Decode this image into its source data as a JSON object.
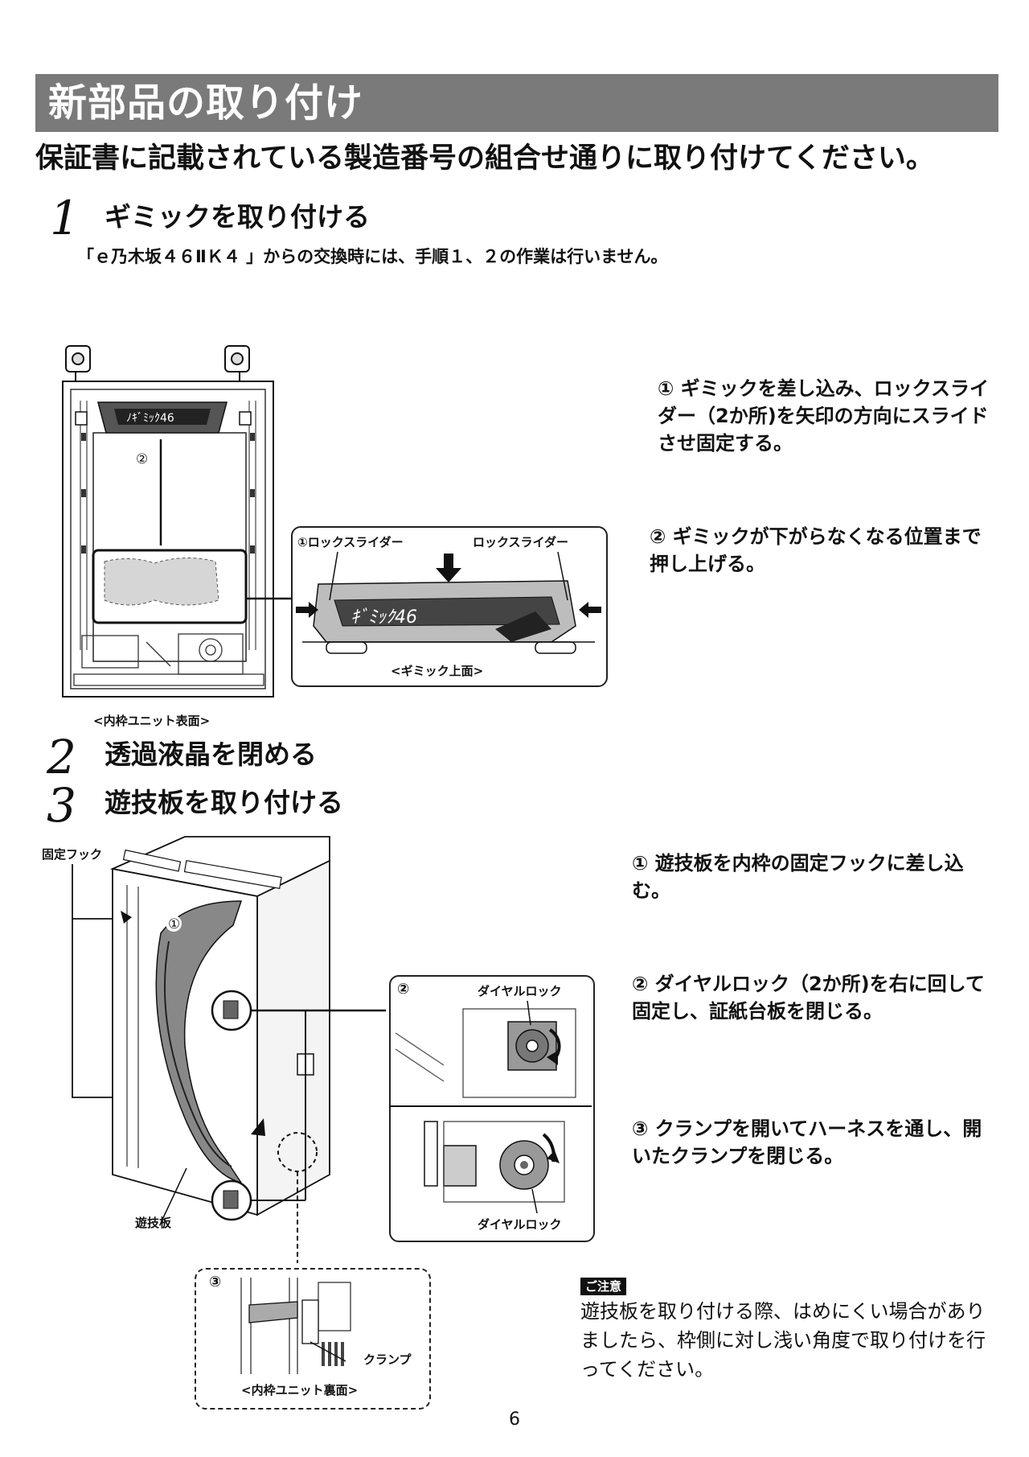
{
  "header": {
    "title": "新部品の取り付け"
  },
  "subtitle": "保証書に記載されている製造番号の組合せ通りに取り付けてください。",
  "step1": {
    "number": "1",
    "title": "ギミックを取り付ける",
    "note": "「ｅ乃木坂４６ⅡＫ４ 」からの交換時には、手順１、２の作業は行いません。",
    "instruction1": "① ギミックを差し込み、ロックスライダー（2か所)を矢印の方向にスライドさせ固定する。",
    "instruction2": "② ギミックが下がらなくなる位置まで押し上げる。",
    "figure": {
      "callout_num": "②",
      "caption": "<内枠ユニット表面>",
      "detail_label_left": "①ロックスライダー",
      "detail_label_right": "ロックスライダー",
      "detail_caption": "<ギミック上面>"
    }
  },
  "step2": {
    "number": "2",
    "title": "透過液晶を閉める"
  },
  "step3": {
    "number": "3",
    "title": "遊技板を取り付ける",
    "instruction1": "① 遊技板を内枠の固定フックに差し込む。",
    "instruction2": "② ダイヤルロック（2か所)を右に回して固定し、証紙台板を閉じる。",
    "instruction3": "③ クランプを開いてハーネスを通し、開いたクランプを閉じる。",
    "figure": {
      "label_hook": "固定フック",
      "label_board": "遊技板",
      "callout_1": "①",
      "callout_2": "②",
      "callout_3": "③",
      "dial_lock_top": "ダイヤルロック",
      "dial_lock_bottom": "ダイヤルロック",
      "clamp": "クランプ",
      "back_caption": "<内枠ユニット裏面>"
    }
  },
  "caution": {
    "badge": "ご注意",
    "text": "遊技板を取り付ける際、はめにくい場合がありましたら、枠側に対し浅い角度で取り付けを行ってください。"
  },
  "page_number": "6"
}
